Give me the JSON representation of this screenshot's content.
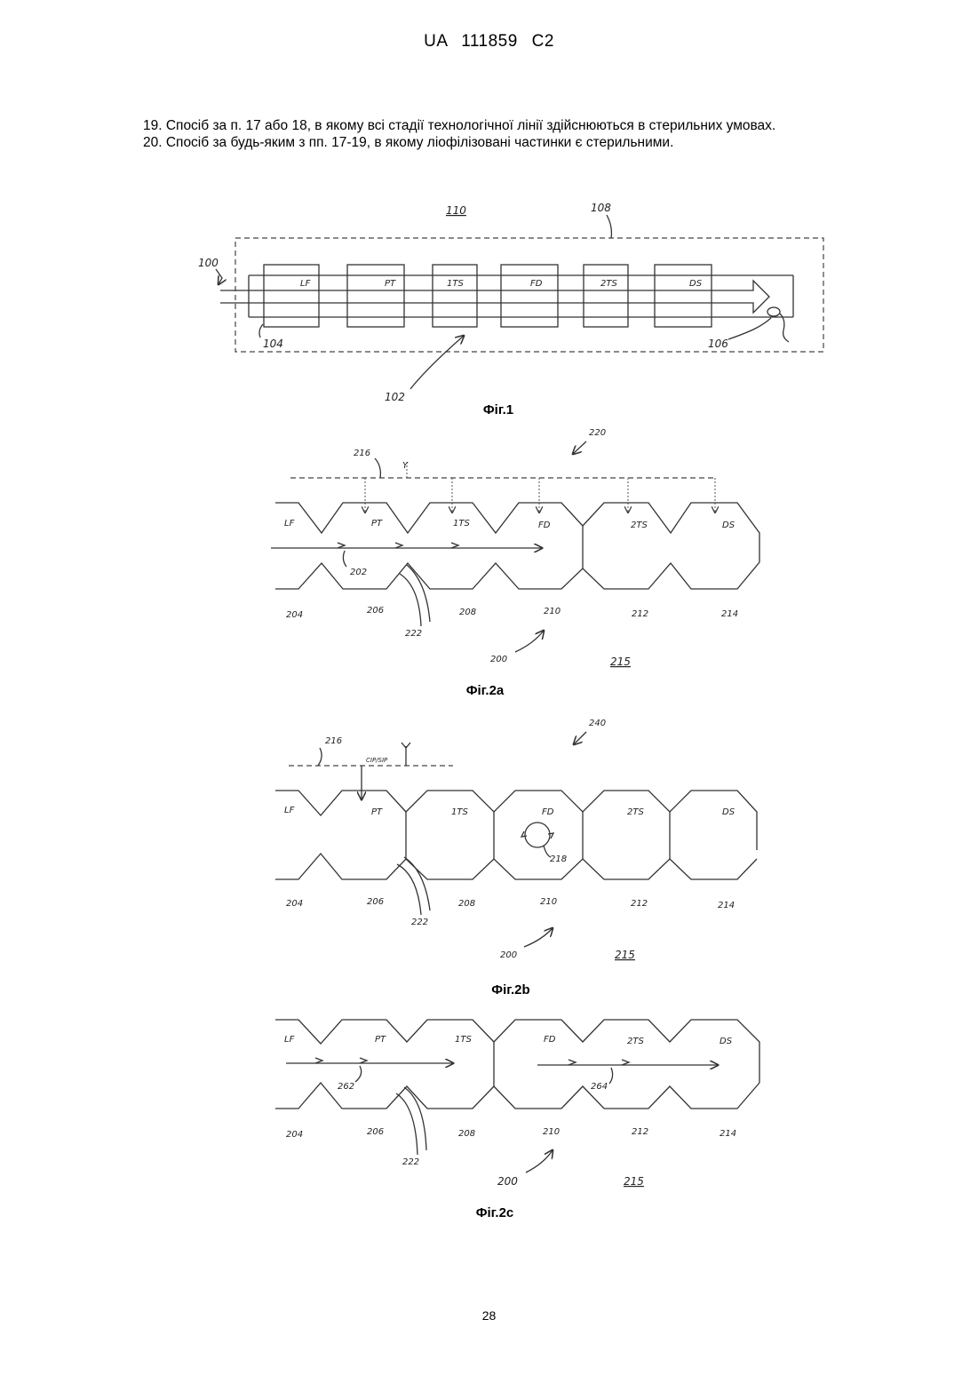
{
  "header": "UA 111859 C2",
  "claims": [
    "19. Спосіб за п. 17 або 18, в якому всі стадії технологічної лінії здійснюються в стерильних умовах.",
    "20. Спосіб за будь-яким з пп. 17-19, в якому ліофілізовані частинки є стерильними."
  ],
  "fig1": {
    "caption": "Фіг.1",
    "stations": [
      "LF",
      "PT",
      "1TS",
      "FD",
      "2TS",
      "DS"
    ],
    "refs": {
      "r100": "100",
      "r102": "102",
      "r104": "104",
      "r106": "106",
      "r108": "108",
      "r110": "110"
    }
  },
  "fig2a": {
    "caption": "Фіг.2a",
    "stations": [
      "LF",
      "PT",
      "1TS",
      "FD",
      "2TS",
      "DS"
    ],
    "refs": {
      "r220": "220",
      "r216": "216",
      "r202": "202",
      "r204": "204",
      "r206": "206",
      "r208": "208",
      "r210": "210",
      "r212": "212",
      "r214": "214",
      "r222": "222",
      "r200": "200",
      "r215": "215"
    },
    "symbol": "Y"
  },
  "fig2b": {
    "caption": "Фіг.2b",
    "stations": [
      "LF",
      "PT",
      "1TS",
      "FD",
      "2TS",
      "DS"
    ],
    "refs": {
      "r240": "240",
      "r216": "216",
      "r218": "218",
      "r204": "204",
      "r206": "206",
      "r208": "208",
      "r210": "210",
      "r212": "212",
      "r214": "214",
      "r222": "222",
      "r200": "200",
      "r215": "215"
    },
    "bus_label": "CIP/SIP"
  },
  "fig2c": {
    "caption": "Фіг.2c",
    "stations": [
      "LF",
      "PT",
      "1TS",
      "FD",
      "2TS",
      "DS"
    ],
    "refs": {
      "r262": "262",
      "r264": "264",
      "r204": "204",
      "r206": "206",
      "r208": "208",
      "r210": "210",
      "r212": "212",
      "r214": "214",
      "r222": "222",
      "r200": "200",
      "r215": "215"
    }
  },
  "page_number": "28"
}
